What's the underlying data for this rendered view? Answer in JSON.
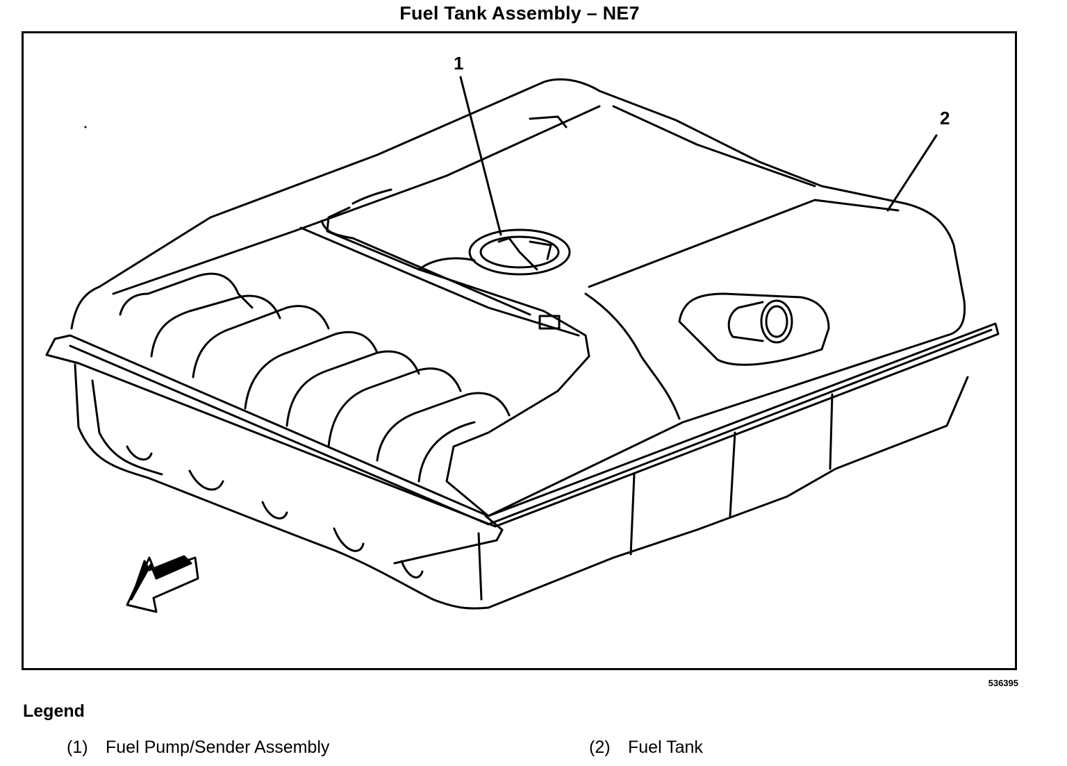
{
  "title": "Fuel Tank Assembly – NE7",
  "figure_number": "536395",
  "callouts": [
    {
      "label": "1"
    },
    {
      "label": "2"
    }
  ],
  "legend": {
    "heading": "Legend",
    "items": [
      {
        "number": "(1)",
        "text": "Fuel Pump/Sender Assembly"
      },
      {
        "number": "(2)",
        "text": "Fuel Tank"
      }
    ]
  }
}
